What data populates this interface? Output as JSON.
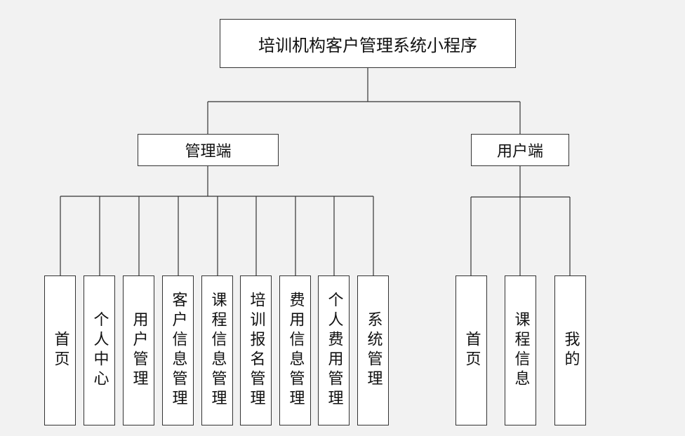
{
  "root": {
    "label": "培训机构客户管理系统小程序"
  },
  "branches": [
    {
      "label": "管理端",
      "children": [
        "首页",
        "个人中心",
        "用户管理",
        "客户信息管理",
        "课程信息管理",
        "培训报名管理",
        "费用信息管理",
        "个人费用管理",
        "系统管理"
      ]
    },
    {
      "label": "用户端",
      "children": [
        "首页",
        "课程信息",
        "我的"
      ]
    }
  ],
  "colors": {
    "background": "#f2f2f2",
    "box_fill": "#ffffff",
    "line": "#333333"
  }
}
